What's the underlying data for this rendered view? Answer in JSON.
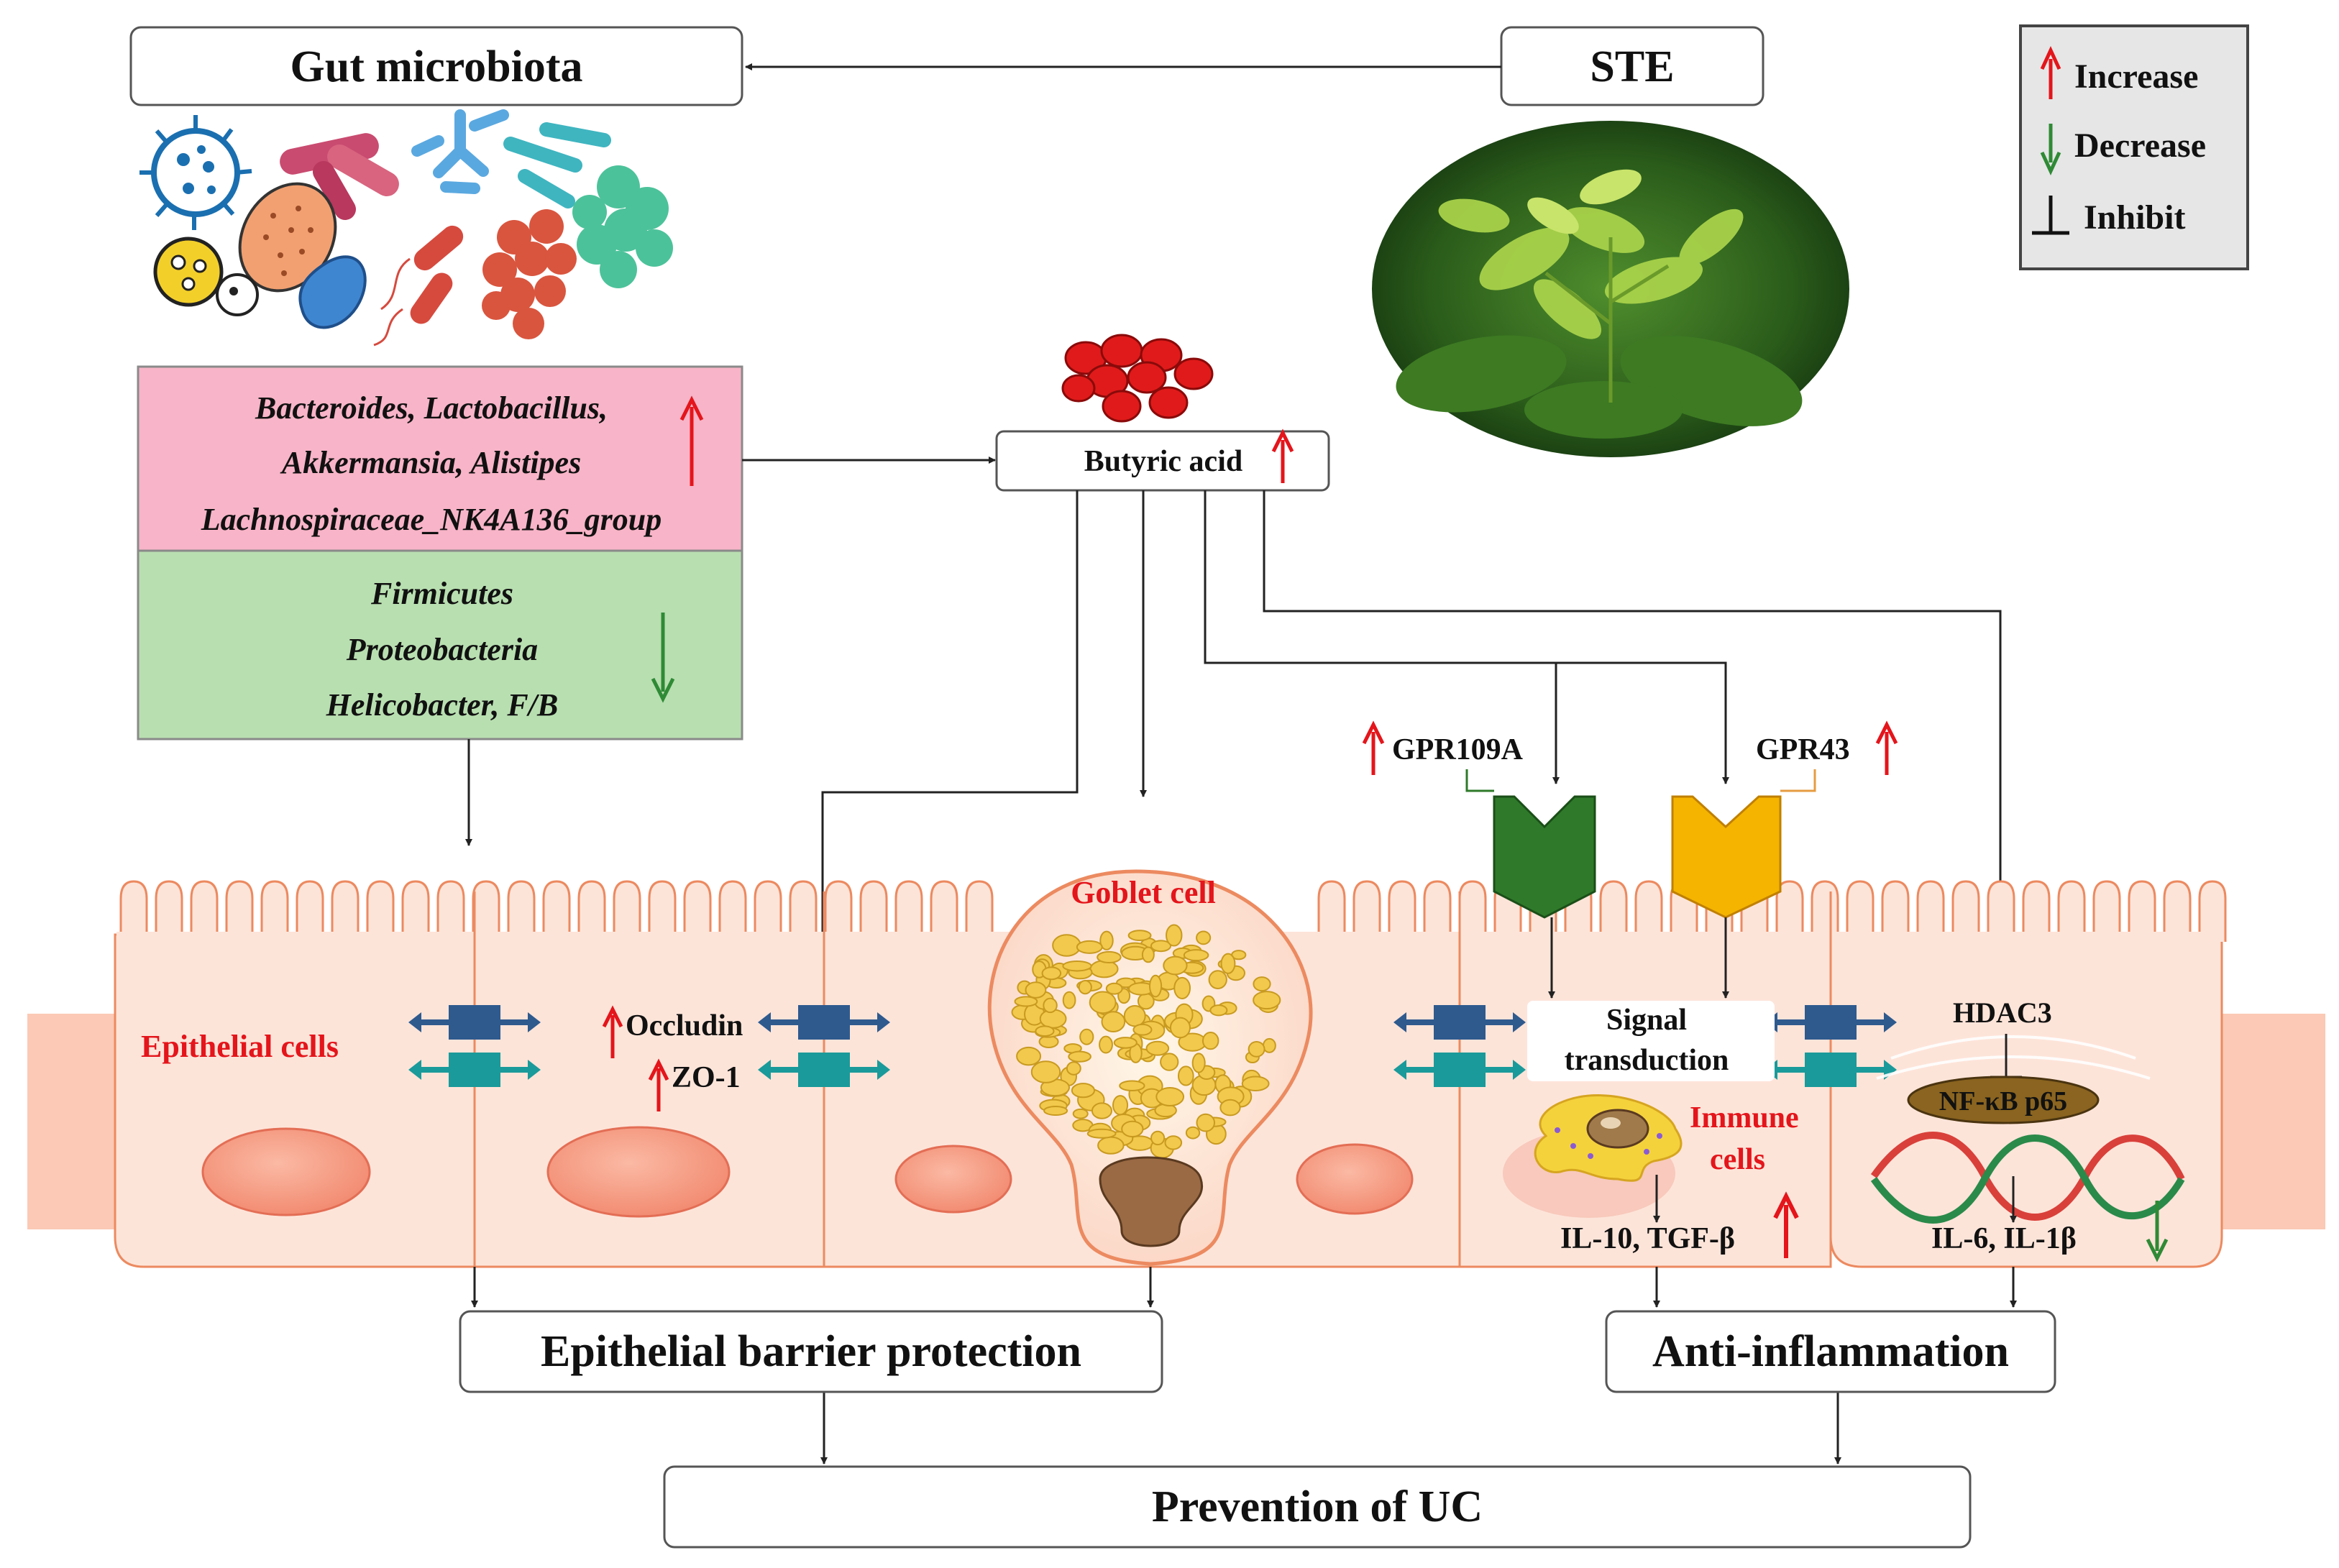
{
  "boxes": {
    "gut_microbiota": "Gut microbiota",
    "ste": "STE",
    "butyric_acid": "Butyric acid",
    "epithelial_barrier": "Epithelial barrier protection",
    "anti_inflammation": "Anti-inflammation",
    "prevention": "Prevention of UC"
  },
  "legend": {
    "increase": "Increase",
    "decrease": "Decrease",
    "inhibit": "Inhibit"
  },
  "increased_taxa": {
    "line1": "Bacteroides, Lactobacillus,",
    "line2": "Akkermansia,  Alistipes",
    "line3": "Lachnospiraceae_NK4A136_group"
  },
  "decreased_taxa": {
    "line1": "Firmicutes",
    "line2": "Proteobacteria",
    "line3": "Helicobacter, F/B"
  },
  "labels": {
    "gpr109a": "GPR109A",
    "gpr43": "GPR43",
    "goblet_cell": "Goblet cell",
    "epithelial_cells": "Epithelial cells",
    "occludin": "Occludin",
    "zo1": "ZO-1",
    "signal_line1": "Signal",
    "signal_line2": "transduction",
    "immune_line1": "Immune",
    "immune_line2": "cells",
    "hdac3": "HDAC3",
    "nfkb": "NF-κB p65",
    "il10": "IL-10, TGF-β",
    "il6": "IL-6, IL-1β"
  },
  "colors": {
    "increase_arrow": "#e4151b",
    "decrease_arrow": "#2f8a35",
    "pink_box": "#f8b4c8",
    "green_box": "#b8dfb0",
    "cell_fill": "#fde4d9",
    "cell_stroke": "#ec8a60",
    "gpr109a_receptor": "#2e7a2a",
    "gpr43_receptor": "#f4b400"
  }
}
